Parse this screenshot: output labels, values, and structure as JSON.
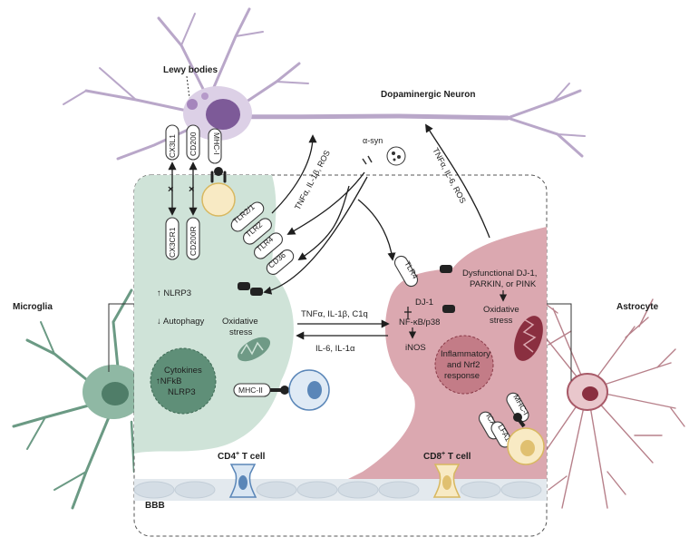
{
  "title": "Dopaminergic Neuron",
  "cells": {
    "neuron": "Dopaminergic Neuron",
    "microglia": "Microglia",
    "astrocyte": "Astrocyte",
    "cd4": "CD4",
    "cd8": "CD8",
    "t_cell_suffix": "T cell",
    "t_sup": "+"
  },
  "labels": {
    "lewy": "Lewy bodies",
    "asyn": "α-syn",
    "bbb": "BBB",
    "mg_to_neuron": "TNFα, IL-1β, ROS",
    "as_to_neuron": "TNFα, IL-6, ROS",
    "mg_to_as": "TNFα, IL-1β, C1q",
    "as_to_mg": "IL-6, IL-1α"
  },
  "receptors": {
    "cx3l1": "CX3L1",
    "cd200": "CD200",
    "mhc1_neuron": "MHC-I",
    "cx3cr1": "CX3CR1",
    "cd200r": "CD200R",
    "tlr21": "TLR2/1",
    "tlr2": "TLR2",
    "tlr4": "TLR4",
    "cd36": "CD36",
    "tlr4_as": "TLR4",
    "mhc2": "MHC-II",
    "mhc1_as": "MHC-I",
    "icam": "ICAM",
    "lfa1": "LFA1"
  },
  "microglia": {
    "nlrp3": "NLRP3",
    "autophagy": "Autophagy",
    "oxidative1": "Oxidative",
    "oxidative2": "stress",
    "cyto1": "Cytokines",
    "cyto2": "NFkB",
    "cyto3": "NLRP3"
  },
  "astrocyte": {
    "dj1": "DJ-1",
    "nfkb": "NF-κB/p38",
    "inos": "iNOS",
    "dysf1": "Dysfunctional DJ-1,",
    "dysf2": "PARKIN, or PINK",
    "ox1": "Oxidative",
    "ox2": "stress",
    "infl1": "Inflammatory",
    "infl2": "and Nrf2",
    "infl3": "response"
  },
  "colors": {
    "microglia": "#cfe3d8",
    "microglia_dark": "#5f8f78",
    "astrocyte": "#dba8b0",
    "astrocyte_dark": "#a85a68",
    "neuron": "#dcd0e6",
    "neuron_dark": "#7d5a98",
    "tcell_blue": "#5a86b8",
    "tcell_yellow": "#e0c070",
    "bbb": "#dfe6ec"
  }
}
